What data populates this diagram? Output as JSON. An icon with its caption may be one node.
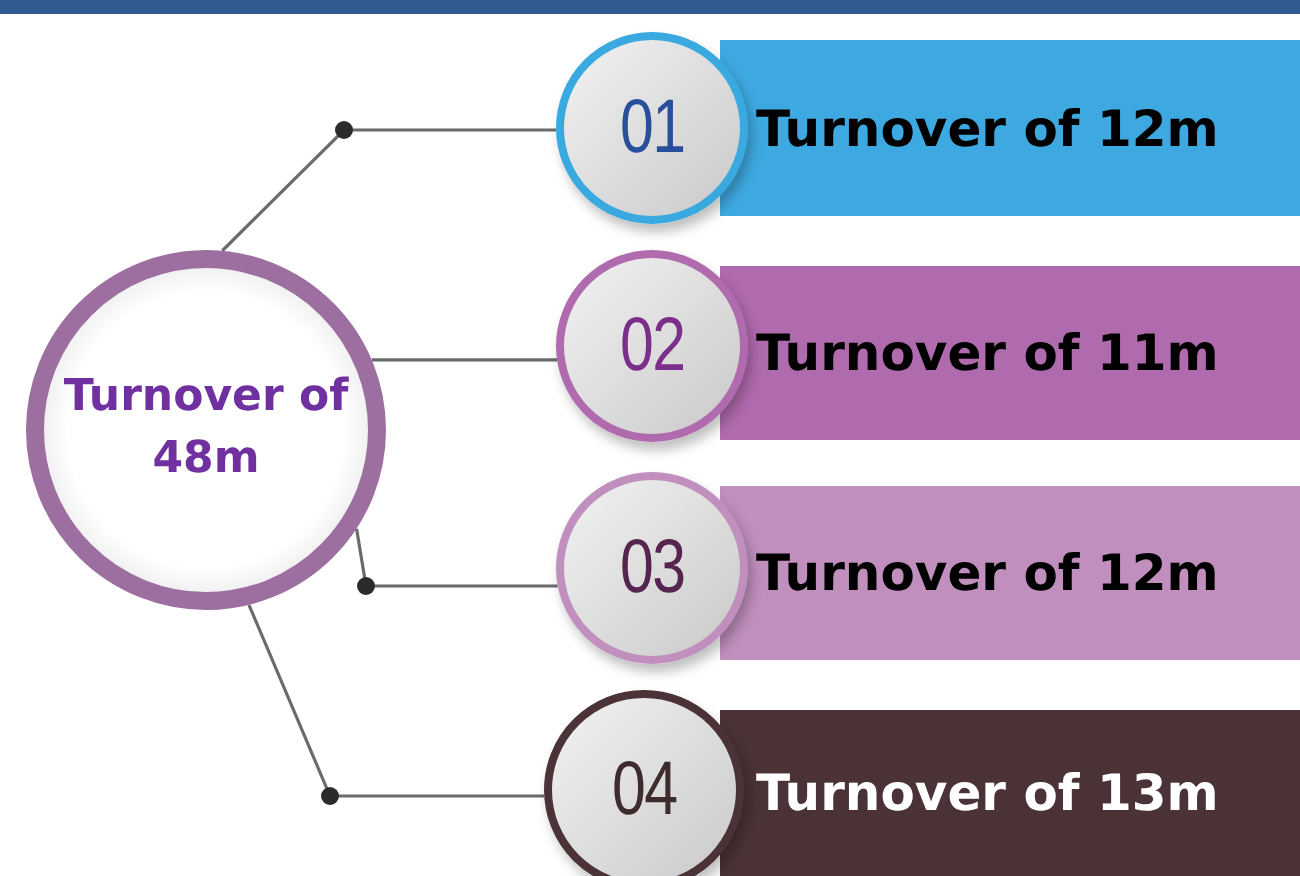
{
  "diagram": {
    "nodes": [
      {
        "text": [
          "Turnover of 48m"
        ]
      },
      {
        "text": [
          "01"
        ]
      },
      {
        "text": [
          "Turnover of 12m"
        ]
      },
      {
        "text": [
          "02"
        ]
      },
      {
        "text": [
          "Turnover of 11m"
        ]
      },
      {
        "text": [
          "03"
        ]
      },
      {
        "text": [
          "Turnover of 12m"
        ]
      },
      {
        "text": [
          "04"
        ]
      },
      {
        "text": [
          "Turnover of 13m"
        ]
      }
    ],
    "edges": [
      {
        "from": 0,
        "to": 1,
        "arrow": "none"
      },
      {
        "from": 0,
        "to": 3,
        "arrow": "none"
      },
      {
        "from": 0,
        "to": 5,
        "arrow": "none"
      },
      {
        "from": 0,
        "to": 7,
        "arrow": "none"
      }
    ]
  }
}
